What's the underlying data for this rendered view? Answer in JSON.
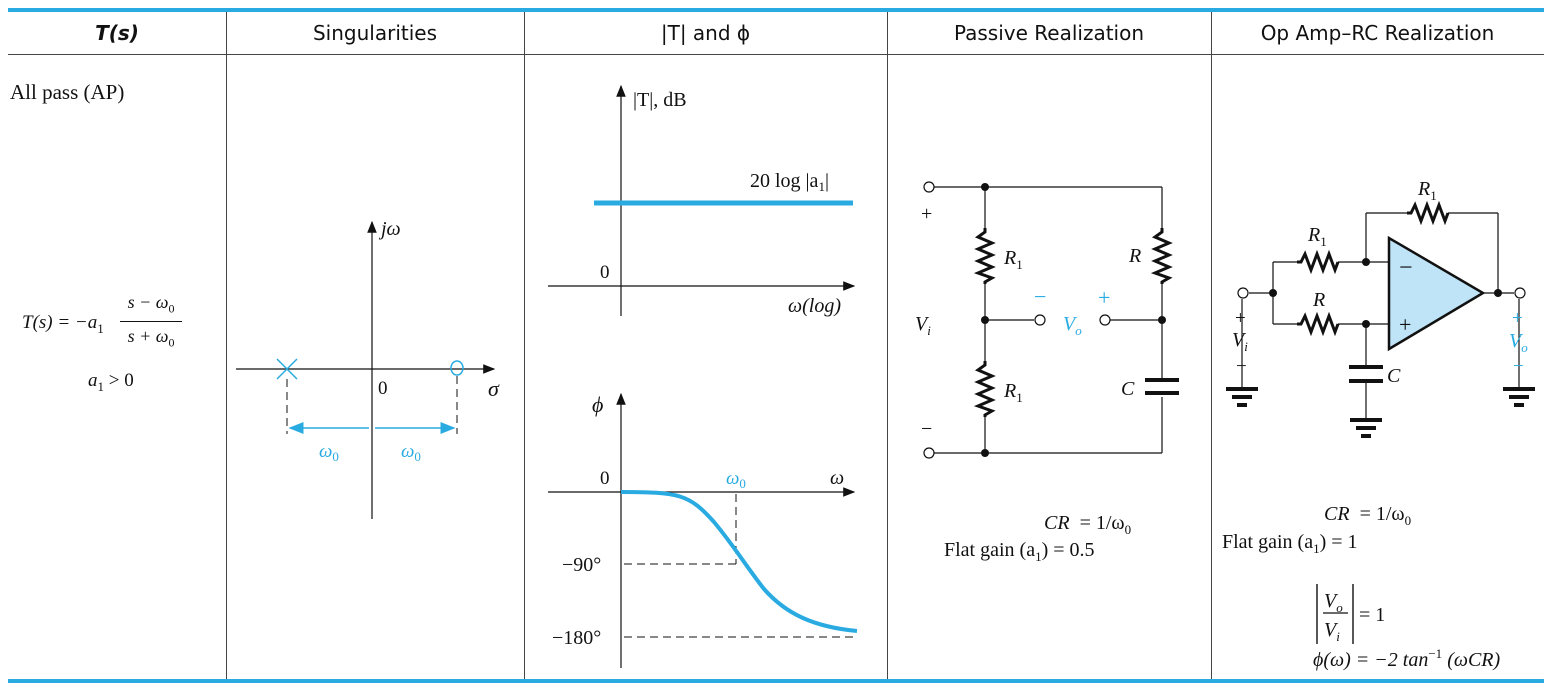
{
  "colors": {
    "accent": "#29abe2",
    "ink": "#111111",
    "opamp_fill": "#bfe4f7"
  },
  "header": {
    "col1": "T(s)",
    "col2": "Singularities",
    "col3": "|T| and ϕ",
    "col4": "Passive Realization",
    "col5": "Op Amp–RC Realization"
  },
  "filter": {
    "name": "All pass (AP)",
    "tf_lhs": "T(s) = −a",
    "tf_sub": "1",
    "tf_num": "s − ω",
    "tf_num_sub": "0",
    "tf_den": "s + ω",
    "tf_den_sub": "0",
    "cond": "a",
    "cond_sub": "1",
    "cond_rhs": " > 0"
  },
  "singularities": {
    "axis_y": "jω",
    "axis_x": "σ",
    "origin": "0",
    "dist_left": "ω",
    "dist_left_sub": "0",
    "dist_right": "ω",
    "dist_right_sub": "0",
    "pole_icon": "x-mark-icon",
    "zero_icon": "circle-icon"
  },
  "response": {
    "mag_axis": "|T|, dB",
    "mag_level": "20 log |a",
    "mag_level_sub": "1",
    "mag_level_end": "|",
    "mag_zero": "0",
    "mag_xaxis": "ω(log)",
    "phase_axis": "ϕ",
    "phase_zero": "0",
    "phase_w0": "ω",
    "phase_w0_sub": "0",
    "phase_xaxis": "ω",
    "phase_m90": "−90°",
    "phase_m180": "−180°"
  },
  "passive": {
    "plus": "+",
    "minus": "−",
    "vi": "V",
    "vi_sub": "i",
    "r1_top": "R",
    "r1_top_sub": "1",
    "r1_bot": "R",
    "r1_bot_sub": "1",
    "r": "R",
    "c": "C",
    "vo_minus": "−",
    "vo_plus": "+",
    "vo": "V",
    "vo_sub": "o",
    "eq1_lhs": "CR",
    "eq1_rhs": "= 1/ω",
    "eq1_sub": "0",
    "eq2_lhs": "Flat gain (a",
    "eq2_sub": "1",
    "eq2_rhs": ") = 0.5"
  },
  "opamp": {
    "r1_fb": "R",
    "r1_fb_sub": "1",
    "r1_in": "R",
    "r1_in_sub": "1",
    "r": "R",
    "c": "C",
    "minus_in": "−",
    "plus_in": "+",
    "vi_plus": "+",
    "vi": "V",
    "vi_sub": "i",
    "vi_minus": "−",
    "vo_plus": "+",
    "vo": "V",
    "vo_sub": "o",
    "vo_minus": "−",
    "eq1_lhs": "CR",
    "eq1_rhs": "= 1/ω",
    "eq1_sub": "0",
    "eq2_lhs": "Flat gain (a",
    "eq2_sub": "1",
    "eq2_rhs": ") = 1",
    "ratio_num": "V",
    "ratio_num_sub": "o",
    "ratio_den": "V",
    "ratio_den_sub": "i",
    "ratio_rhs": "= 1",
    "phase_eq": "ϕ(ω) = −2 tan",
    "phase_sup": "−1",
    "phase_end": " (ωCR)",
    "ground_icon": "ground-icon"
  }
}
